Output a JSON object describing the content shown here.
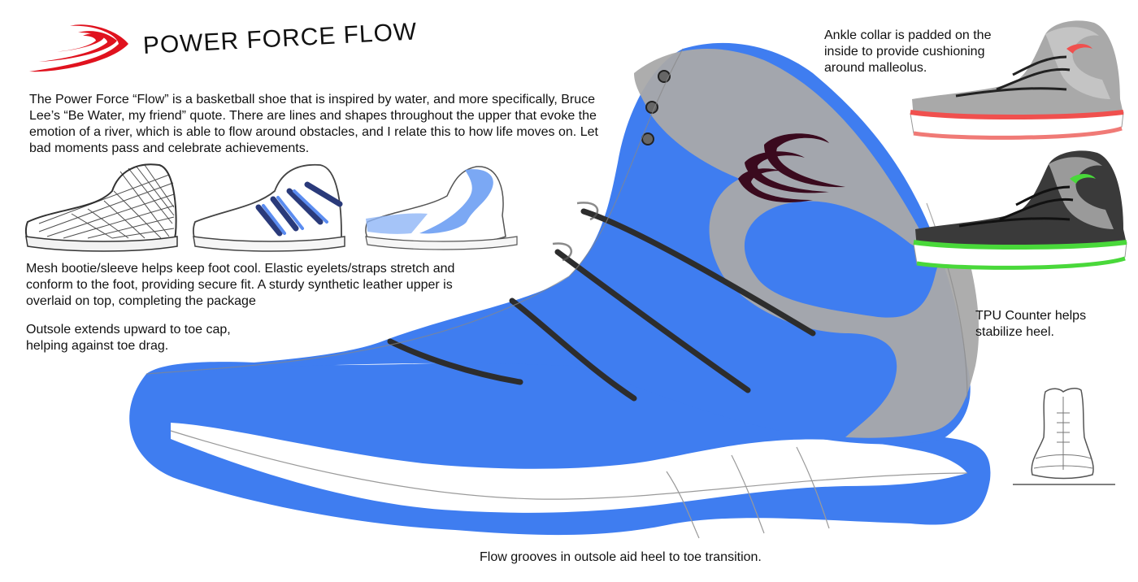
{
  "title": "POWER FORCE FLOW",
  "intro_text": "The Power Force “Flow” is a basketball shoe that is inspired by water, and more specifically, Bruce Lee’s “Be Water, my friend” quote. There are lines and shapes throughout the upper that evoke the emotion of a river, which is able to flow around obstacles, and I relate this to how life moves on. Let bad moments pass and celebrate achievements.",
  "annotations": {
    "mesh": "Mesh bootie/sleeve helps keep foot cool. Elastic eyelets/straps stretch and conform to the foot, providing secure fit. A sturdy synthetic leather upper is overlaid on top, completing the package",
    "outsole": "Outsole extends upward to toe cap, helping against toe drag.",
    "collar": "Ankle collar is padded on the inside to provide cushioning around malleolus.",
    "tpu": "TPU Counter helps stabilize heel.",
    "grooves": "Flow grooves in outsole aid heel to toe transition."
  },
  "colors": {
    "brand_red": "#e0121e",
    "upper_blue": "#3f7df0",
    "collar_gray": "#a9a9a9",
    "logo_dark": "#3a0a1e",
    "variant_red": "#f0504e",
    "variant_green": "#49d83a",
    "variant_black": "#3a3a3a"
  },
  "illustrations": [
    "brand-swoosh-logo",
    "mesh-bootie-sketch",
    "elastic-straps-sketch",
    "upper-overlay-sketch",
    "main-shoe-render",
    "gray-red-colorway",
    "black-green-colorway",
    "rear-heel-sketch"
  ]
}
